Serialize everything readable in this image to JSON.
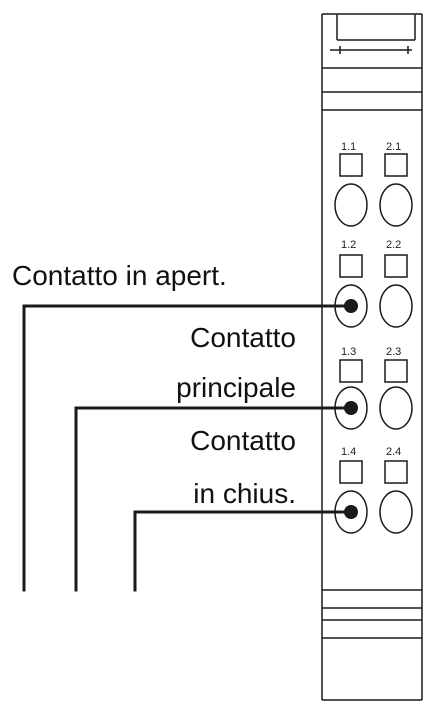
{
  "labels": {
    "contact_opening": "Contatto in apert.",
    "contact_main_line1": "Contatto",
    "contact_main_line2": "principale",
    "contact_closing_line1": "Contatto",
    "contact_closing_line2": "in chius."
  },
  "terminals": {
    "col1": [
      "1.1",
      "1.2",
      "1.3",
      "1.4"
    ],
    "col2": [
      "2.1",
      "2.2",
      "2.3",
      "2.4"
    ]
  },
  "colors": {
    "line": "#1a1a1a",
    "housing_fill": "#ffffff"
  }
}
